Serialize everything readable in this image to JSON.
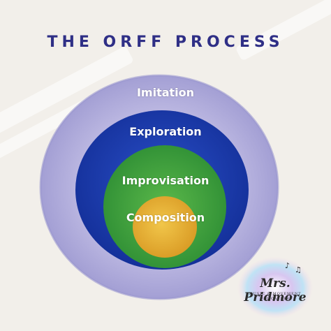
{
  "title": "THE ORFF PROCESS",
  "rings": [
    {
      "label": "Imitation",
      "color": "#a8a3d6"
    },
    {
      "label": "Exploration",
      "color": "#1d3aa8"
    },
    {
      "label": "Improvisation",
      "color": "#3e9e3c"
    },
    {
      "label": "Composition",
      "color": "#e2b03a"
    }
  ],
  "logo": {
    "name": "Mrs. Pridmore",
    "tagline_1": "MUSIC & MOVEMENT",
    "tagline_2": "EDUCATION"
  }
}
